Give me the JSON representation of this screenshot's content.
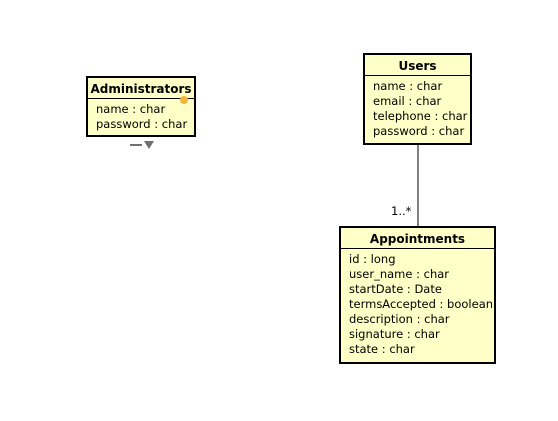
{
  "classes": {
    "administrators": {
      "name": "Administrators",
      "attributes": [
        "name : char",
        "password : char"
      ]
    },
    "users": {
      "name": "Users",
      "attributes": [
        "name : char",
        "email : char",
        "telephone : char",
        "password : char"
      ]
    },
    "appointments": {
      "name": "Appointments",
      "attributes": [
        "id : long",
        "user_name : char",
        "startDate : Date",
        "termsAccepted : boolean",
        "description : char",
        "signature : char",
        "state : char"
      ]
    }
  },
  "associations": [
    {
      "from": "users",
      "to": "appointments",
      "to_multiplicity": "1..*"
    }
  ],
  "colors": {
    "class_fill": "#ffffc8",
    "border": "#000000",
    "dot": "#f5b43c",
    "toggle": "#707070"
  },
  "icons": {
    "admin_dot": "orange-dot-icon",
    "admin_toggle": "collapse-toggle-icon"
  }
}
